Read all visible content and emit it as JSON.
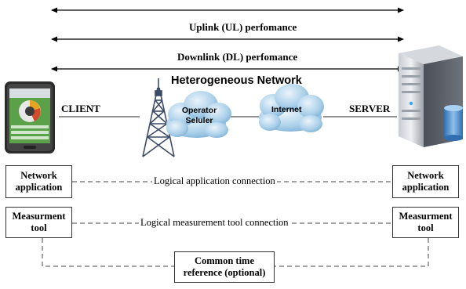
{
  "arrows": {
    "top_label": "",
    "uplink_label": "Uplink (UL) perfomance",
    "downlink_label": "Downlink (DL) perfomance"
  },
  "network": {
    "title": "Heterogeneous Network",
    "client_label": "CLIENT",
    "server_label": "SERVER",
    "cloud_operator_line1": "Operator",
    "cloud_operator_line2": "Seluler",
    "cloud_internet": "Internet"
  },
  "boxes": {
    "client_network_app_line1": "Network",
    "client_network_app_line2": "application",
    "server_network_app_line1": "Network",
    "server_network_app_line2": "application",
    "client_measure_line1": "Measurment",
    "client_measure_line2": "tool",
    "server_measure_line1": "Measurment",
    "server_measure_line2": "tool",
    "time_ref_line1": "Common time",
    "time_ref_line2": "reference (optional)"
  },
  "connections": {
    "app_connection": "Logical application connection",
    "measure_connection": "Logical measurement tool connection"
  },
  "colors": {
    "cloud": "#7fb3d8",
    "cloud_light": "#d6e8f5",
    "tower": "#3c4a66",
    "server_body": "#5a5f68",
    "phone_screen": "#4a8f3a",
    "line": "#333333"
  },
  "icons": [
    "smartphone-icon",
    "cell-tower-icon",
    "cloud-icon",
    "server-icon",
    "database-icon"
  ]
}
